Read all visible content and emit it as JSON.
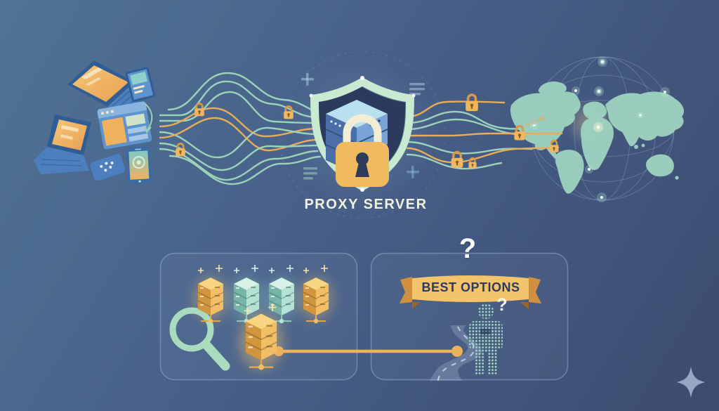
{
  "illustration": {
    "center_label": "PROXY SERVER",
    "banner_label": "BEST OPTIONS",
    "panel_question_mark": "?",
    "person_question_mark": "?"
  },
  "colors": {
    "background_top": "#507394",
    "background_bottom": "#3c4b6f",
    "mint": "#a9dcbe",
    "teal_line": "#9bd2ba",
    "orange_line": "#e7ad58",
    "lock_orange": "#f0b660",
    "shield_border": "#c9ead0",
    "shield_inner": "#2c3b5d",
    "server_blue": "#4a6fa8",
    "map_green": "#9ed3c0",
    "ribbon_fill": "#f3c46c",
    "ribbon_fold": "#d09040",
    "label_text": "#f3f0e4",
    "banner_text": "#2d3b5e",
    "sparkle": "#96a7c6"
  },
  "icons": {
    "left_cluster": [
      "laptop-icon",
      "laptop-icon",
      "tablet-icon",
      "browser-window-icon",
      "keypad-icon",
      "smartphone-icon"
    ],
    "center": "shield-lock-icon",
    "lines": "padlock-icon",
    "right": "world-map",
    "panel_left": [
      "magnifier-icon",
      "server-stack-icon"
    ],
    "panel_right": [
      "ribbon-banner",
      "person-icon",
      "winding-road"
    ],
    "corner": "sparkle-icon"
  }
}
